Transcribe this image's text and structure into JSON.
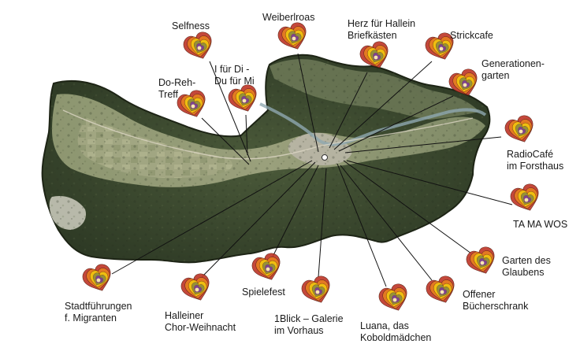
{
  "map": {
    "center_marker_color": "#ffffff",
    "line_color": "#111111",
    "icon_name": "heart-spiral-icon",
    "icon_colors": [
      "#c0392b",
      "#e67e22",
      "#f1c40f",
      "#8e8e3c",
      "#7d3c98"
    ]
  },
  "places": [
    {
      "id": "selfness",
      "label": "Selfness"
    },
    {
      "id": "weiberlroas",
      "label": "Weiberlroas"
    },
    {
      "id": "herz-fuer-hallein",
      "label": "Herz für Hallein\nBriefkästen"
    },
    {
      "id": "strickcafe",
      "label": "Strickcafe"
    },
    {
      "id": "generationengarten",
      "label": "Generationen-\ngarten"
    },
    {
      "id": "do-reh-treff",
      "label": "Do-Reh-\nTreff"
    },
    {
      "id": "i-fuer-di",
      "label": "I für Di -\nDu für Mi"
    },
    {
      "id": "radiocafe",
      "label": "RadioCafé\nim Forsthaus"
    },
    {
      "id": "ta-ma-wos",
      "label": "TA MA WOS"
    },
    {
      "id": "garten-des-glaubens",
      "label": "Garten des\nGlaubens"
    },
    {
      "id": "offener-buecherschrank",
      "label": "Offener\nBücherschrank"
    },
    {
      "id": "luana",
      "label": "Luana, das\nKoboldmädchen"
    },
    {
      "id": "1blick",
      "label": "1Blick – Galerie\nim Vorhaus"
    },
    {
      "id": "spielefest",
      "label": "Spielefest"
    },
    {
      "id": "halleiner-chor",
      "label": "Halleiner\nChor-Weihnacht"
    },
    {
      "id": "stadtfuehrungen",
      "label": "Stadtführungen\nf. Migranten"
    }
  ]
}
